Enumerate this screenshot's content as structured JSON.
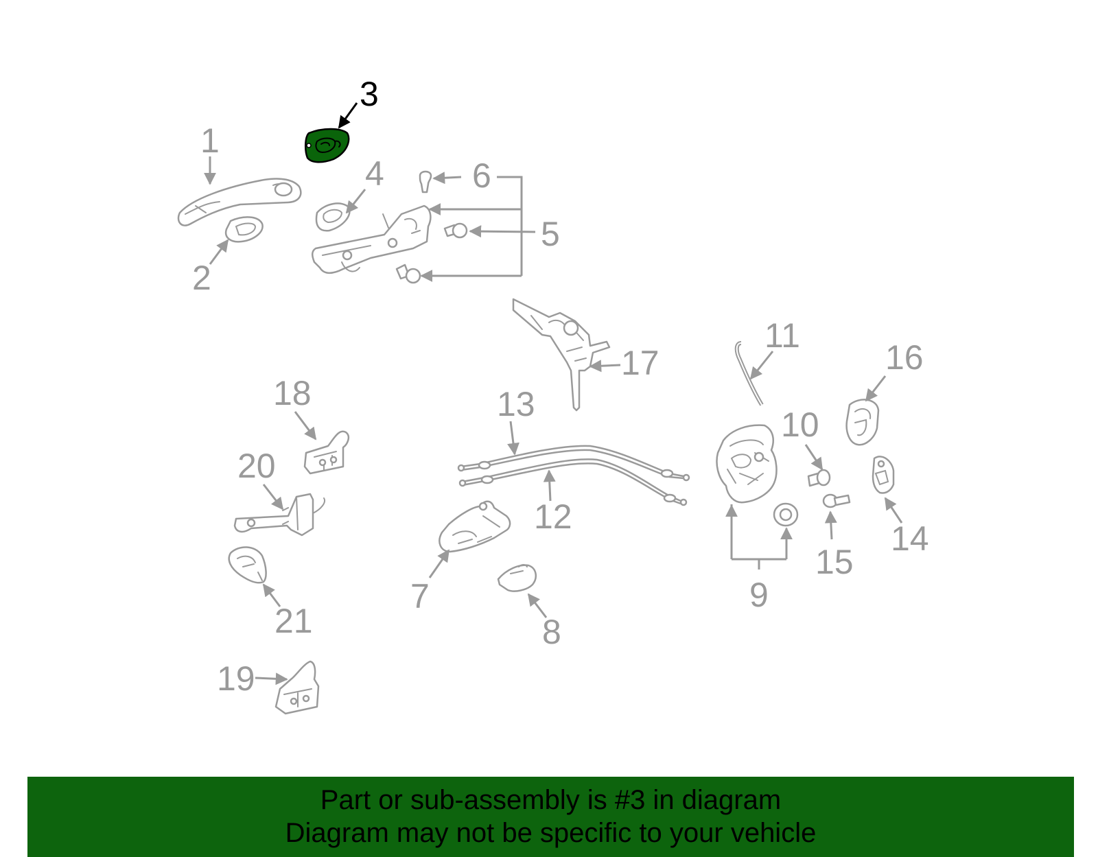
{
  "diagram": {
    "highlighted_part": "3",
    "callouts": [
      "1",
      "2",
      "3",
      "4",
      "5",
      "6",
      "7",
      "8",
      "9",
      "10",
      "11",
      "12",
      "13",
      "14",
      "15",
      "16",
      "17",
      "18",
      "19",
      "20",
      "21"
    ]
  },
  "banner": {
    "line1": "Part or sub-assembly is #3 in diagram",
    "line2": "Diagram may not be specific to your vehicle"
  },
  "colors": {
    "highlight_fill": "#0a640a",
    "banner_background": "#0d640d",
    "part_outline": "#9a9a9a"
  }
}
